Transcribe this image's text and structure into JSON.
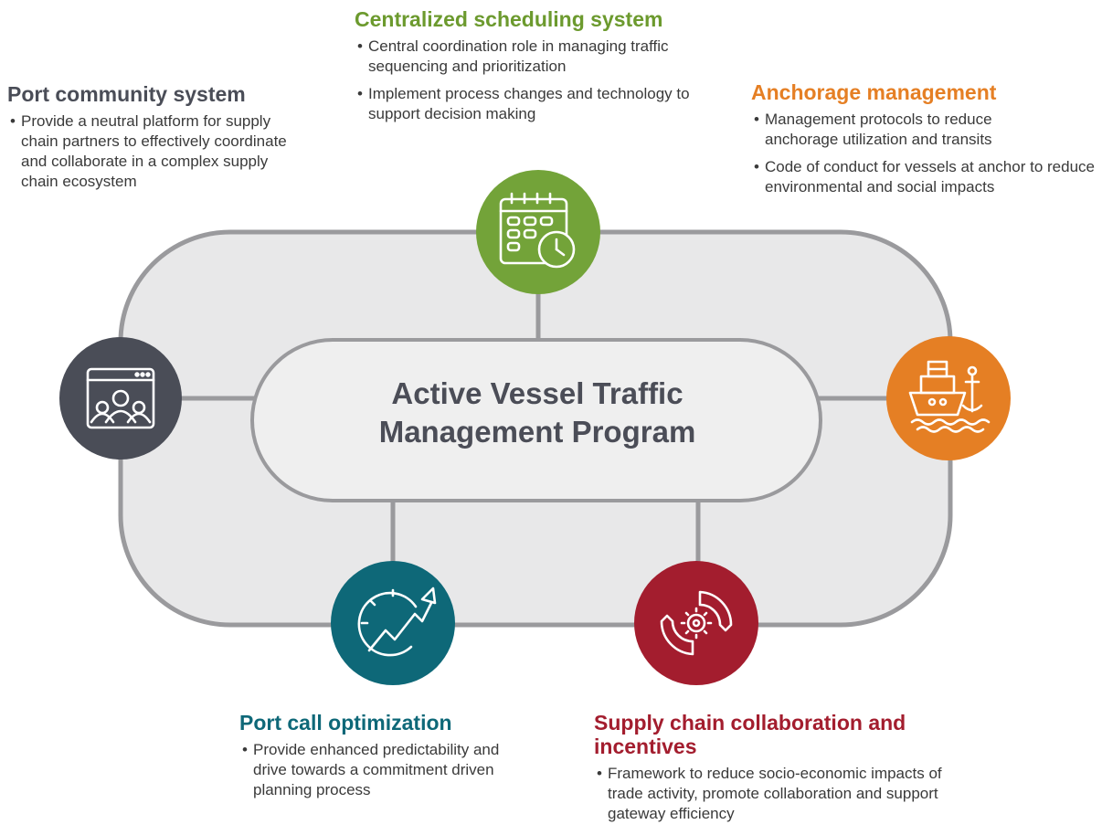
{
  "center": {
    "line1": "Active Vessel Traffic",
    "line2": "Management Program"
  },
  "nodes": [
    {
      "id": "centralized",
      "title": "Centralized scheduling system",
      "color": "#73a339",
      "icon": "calendar-clock-icon",
      "bullets": [
        "Central coordination role in managing traffic sequencing and prioritization",
        "Implement process changes and technology to support decision making"
      ]
    },
    {
      "id": "port-community",
      "title": "Port community system",
      "color": "#4a4d57",
      "icon": "video-conference-icon",
      "bullets": [
        "Provide a neutral platform for supply chain partners to effectively coordinate and collaborate in a complex supply chain ecosystem"
      ]
    },
    {
      "id": "anchorage",
      "title": "Anchorage management",
      "color": "#e57f24",
      "icon": "ship-anchor-icon",
      "bullets": [
        "Management protocols to reduce anchorage utilization and transits",
        "Code of conduct for vessels at anchor to reduce environmental and social impacts"
      ]
    },
    {
      "id": "port-call",
      "title": "Port call optimization",
      "color": "#0e6878",
      "icon": "trend-gauge-icon",
      "bullets": [
        "Provide enhanced predictability and drive towards a commitment driven planning process"
      ]
    },
    {
      "id": "supply-chain",
      "title": "Supply chain collaboration and incentives",
      "color": "#a31d2e",
      "icon": "gear-cycle-icon",
      "bullets": [
        "Framework to reduce socio-economic impacts of trade activity, promote collaboration and support gateway efficiency"
      ]
    }
  ]
}
